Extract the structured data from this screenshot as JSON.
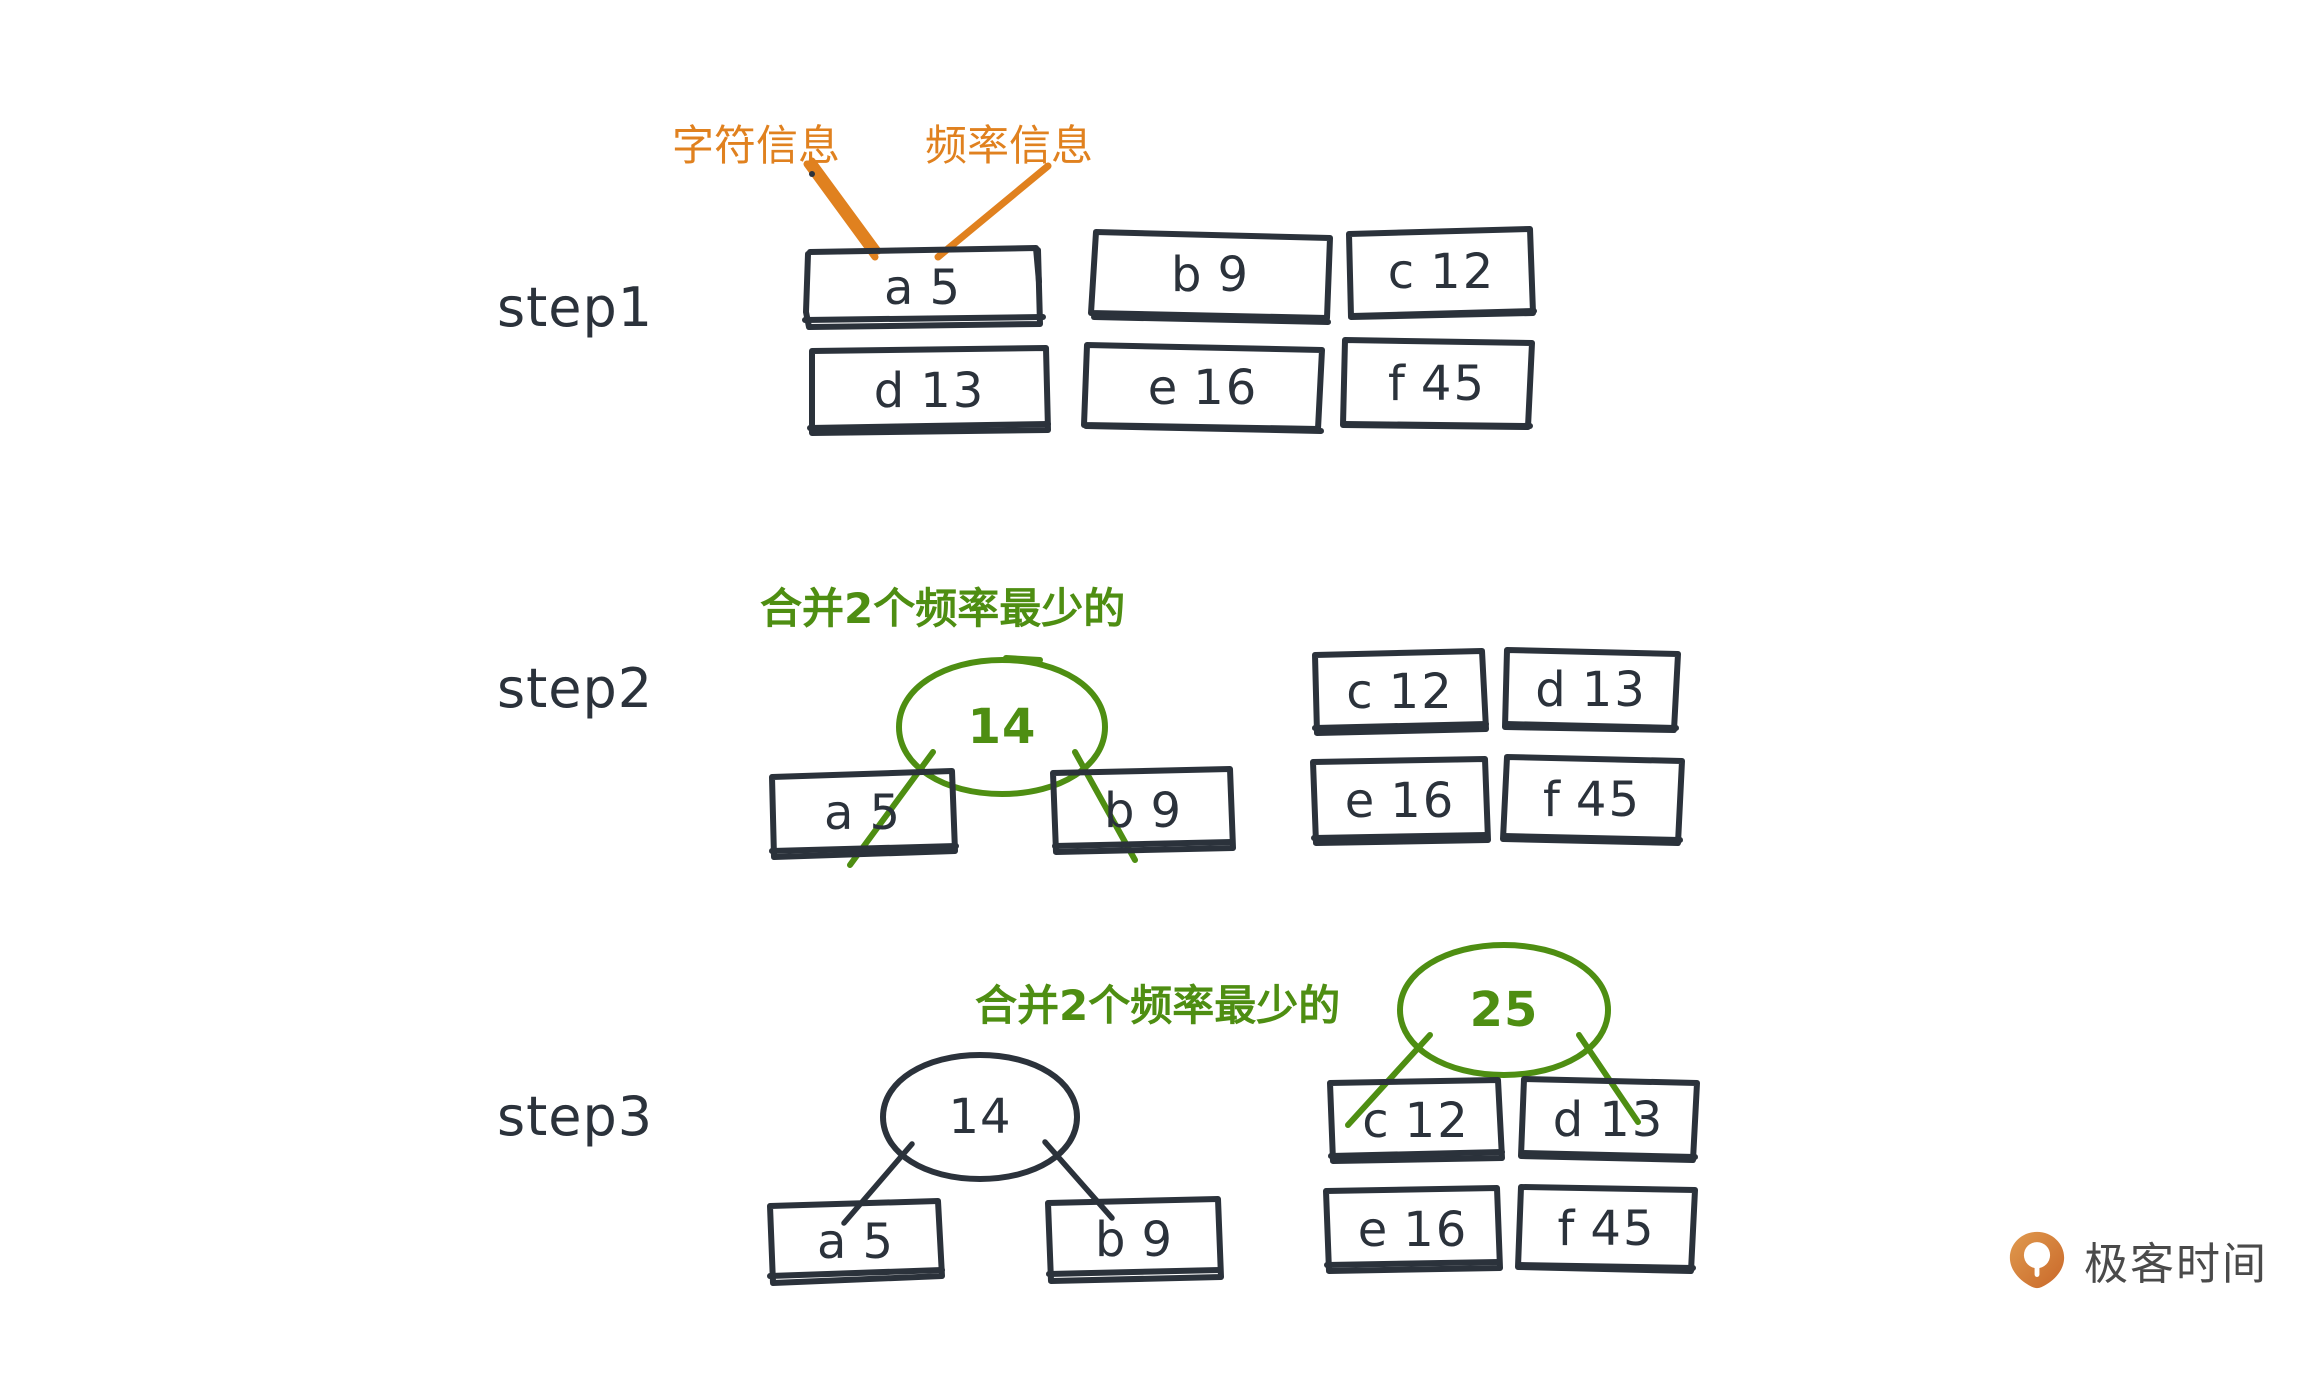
{
  "diagram": {
    "title": "Huffman coding construction steps",
    "colors": {
      "ink": "#2b323b",
      "orange": "#e0811f",
      "green": "#4e8e12",
      "logo_orange": "#d9803a",
      "background": "#ffffff"
    },
    "annotations": {
      "character_info": "字符信息",
      "frequency_info": "频率信息",
      "merge_two_lowest_step2": "合并2个频率最少的",
      "merge_two_lowest_step3": "合并2个频率最少的"
    },
    "steps": [
      {
        "label": "step1",
        "nodes": [
          {
            "char": "a",
            "freq": "5"
          },
          {
            "char": "b",
            "freq": "9"
          },
          {
            "char": "c",
            "freq": "12"
          },
          {
            "char": "d",
            "freq": "13"
          },
          {
            "char": "e",
            "freq": "16"
          },
          {
            "char": "f",
            "freq": "45"
          }
        ],
        "merged": []
      },
      {
        "label": "step2",
        "nodes": [
          {
            "char": "a",
            "freq": "5"
          },
          {
            "char": "b",
            "freq": "9"
          },
          {
            "char": "c",
            "freq": "12"
          },
          {
            "char": "d",
            "freq": "13"
          },
          {
            "char": "e",
            "freq": "16"
          },
          {
            "char": "f",
            "freq": "45"
          }
        ],
        "merged": [
          {
            "value": "14",
            "children": [
              "a",
              "b"
            ],
            "color": "green"
          }
        ]
      },
      {
        "label": "step3",
        "nodes": [
          {
            "char": "a",
            "freq": "5"
          },
          {
            "char": "b",
            "freq": "9"
          },
          {
            "char": "c",
            "freq": "12"
          },
          {
            "char": "d",
            "freq": "13"
          },
          {
            "char": "e",
            "freq": "16"
          },
          {
            "char": "f",
            "freq": "45"
          }
        ],
        "merged": [
          {
            "value": "14",
            "children": [
              "a",
              "b"
            ],
            "color": "dark"
          },
          {
            "value": "25",
            "children": [
              "c",
              "d"
            ],
            "color": "green"
          }
        ]
      }
    ]
  },
  "logo": {
    "text": "极客时间",
    "mark": "geektime-logo-icon"
  }
}
